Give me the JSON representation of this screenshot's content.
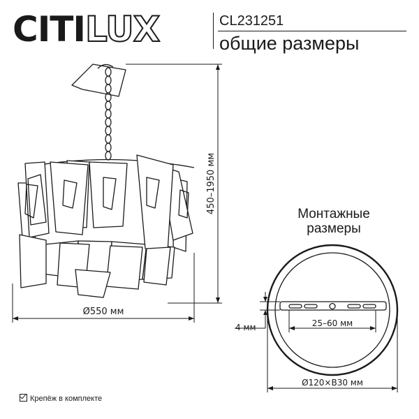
{
  "brand": {
    "part1": "CITI",
    "part2": "LUX"
  },
  "header": {
    "model": "CL231251",
    "subtitle": "общие размеры"
  },
  "dimensions": {
    "height": "450–1950 мм",
    "diameter": "Ø550 мм",
    "mount_title": "Монтажные размеры",
    "thickness": "4 мм",
    "hole_spacing": "25–60 мм",
    "mount_size": "Ø120×В30 мм"
  },
  "footer": {
    "note": "Крепёж в комплекте",
    "icon": "checkbox-icon"
  }
}
